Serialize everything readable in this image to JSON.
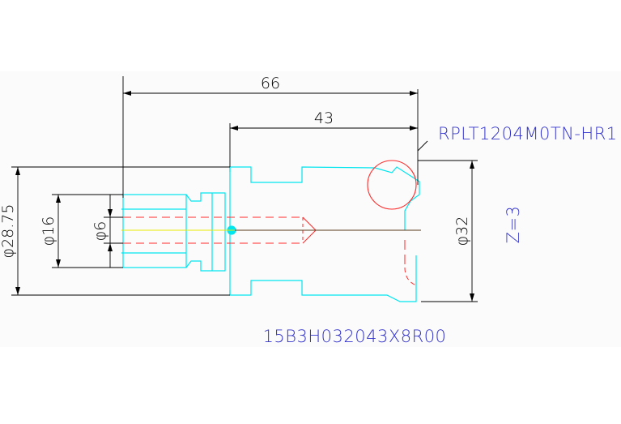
{
  "drawing": {
    "part_code": "15B3H032043X8R00",
    "insert_code": "RPLT1204M0TN-HR1",
    "teeth": "Z=3",
    "dimensions": {
      "overall_length": "66",
      "head_length": "43",
      "head_diameter": "φ32",
      "flange_diameter": "φ28.75",
      "shank_diameter": "φ16",
      "coolant_bore": "φ6"
    }
  },
  "colors": {
    "background": "#ffffff",
    "outline": "#00e5ee",
    "dimension": "#000000",
    "hidden": "#ff2b2b",
    "centerline": "#e8e800",
    "text": "#3333cc",
    "band": "#fafafa"
  }
}
